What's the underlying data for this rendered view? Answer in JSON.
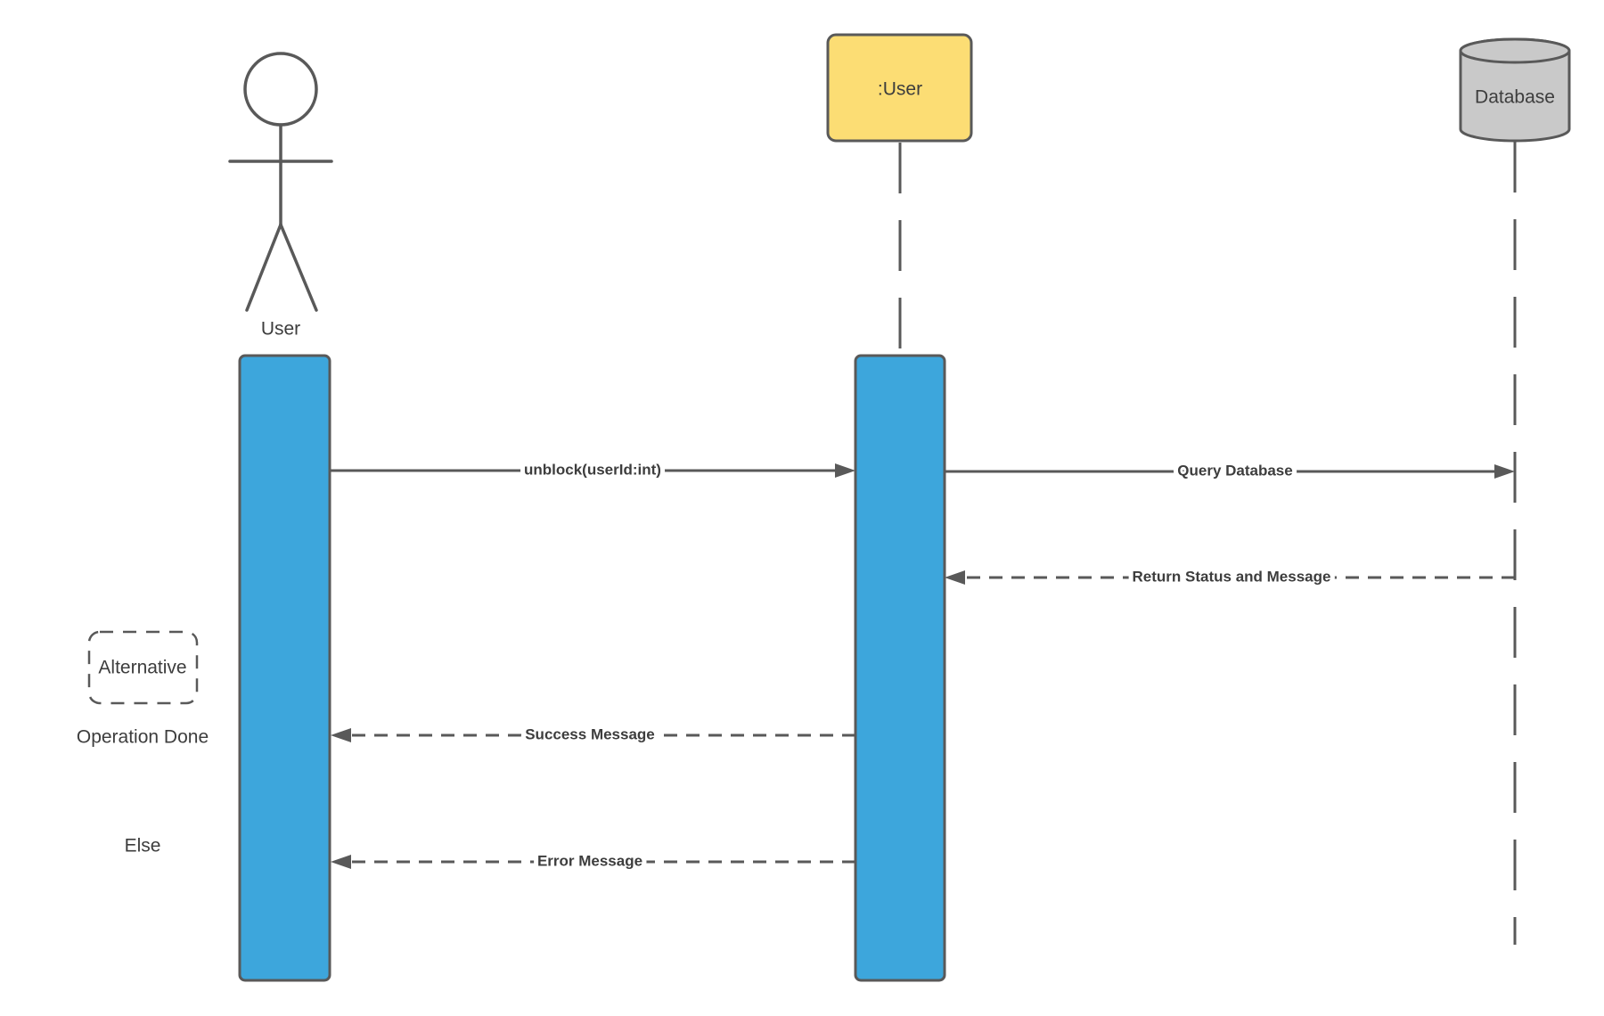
{
  "diagram": {
    "type": "uml-sequence-diagram",
    "lifelines": {
      "actor": {
        "label": "User",
        "kind": "stick-figure-actor"
      },
      "object": {
        "label": ":User",
        "kind": "object-box"
      },
      "database": {
        "label": "Database",
        "kind": "cylinder"
      }
    },
    "messages": [
      {
        "label": "unblock(userId:int)",
        "from": "User",
        "to": ":User",
        "style": "solid",
        "direction": "right"
      },
      {
        "label": "Query Database",
        "from": ":User",
        "to": "Database",
        "style": "solid",
        "direction": "right"
      },
      {
        "label": "Return Status and Message",
        "from": "Database",
        "to": ":User",
        "style": "dashed",
        "direction": "left"
      },
      {
        "label": "Success Message",
        "from": ":User",
        "to": "User",
        "style": "dashed",
        "direction": "left"
      },
      {
        "label": "Error Message",
        "from": ":User",
        "to": "User",
        "style": "dashed",
        "direction": "left"
      }
    ],
    "fragment": {
      "label": "Alternative",
      "branches": [
        {
          "label": "Operation Done"
        },
        {
          "label": "Else"
        }
      ]
    },
    "colors": {
      "activation_fill": "#3da6dc",
      "object_fill": "#fcdd74",
      "database_fill": "#c9c9c9",
      "stroke": "#595959",
      "text": "#3d3d3d",
      "background": "#ffffff"
    }
  }
}
